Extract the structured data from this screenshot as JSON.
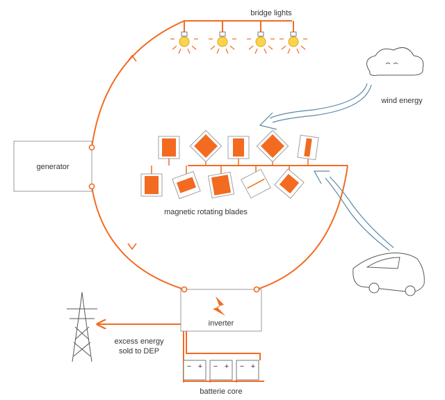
{
  "labels": {
    "bridge_lights": "bridge lights",
    "wind_energy": "wind energy",
    "generator": "generator",
    "magnetic_blades": "magnetic rotating blades",
    "inverter": "inverter",
    "excess_energy_line1": "excess energy",
    "excess_energy_line2": "sold to DEP",
    "batterie_core": "batterie core"
  },
  "battery_terminals": {
    "negative": "−",
    "positive": "+"
  },
  "icons": {
    "cloud": "cloud-icon",
    "car": "car-icon",
    "tower": "power-tower-icon",
    "bolt": "lightning-icon",
    "bulb": "light-bulb-icon"
  },
  "colors": {
    "accent": "#f26b21",
    "wind": "#5a87a6",
    "box_stroke": "#9a9a9a",
    "text": "#333333"
  }
}
